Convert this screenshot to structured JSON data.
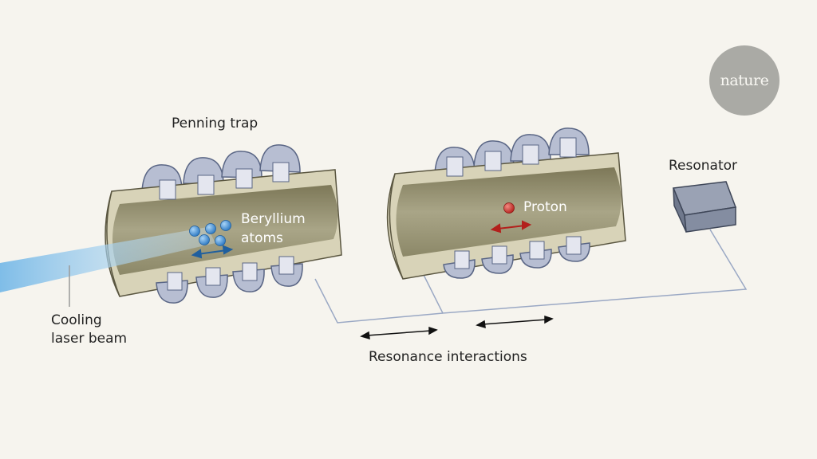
{
  "logo": {
    "text": "nature"
  },
  "labels": {
    "penning_trap": "Penning trap",
    "beryllium_line1": "Beryllium",
    "beryllium_line2": "atoms",
    "proton": "Proton",
    "resonator": "Resonator",
    "cooling_line1": "Cooling",
    "cooling_line2": "laser beam",
    "resonance": "Resonance interactions"
  },
  "colors": {
    "background": "#f6f4ee",
    "trap_body": "#d8d3b8",
    "trap_interior": "#8e8a6a",
    "electrode": "#b7bed2",
    "beryllium": "#3d8fd4",
    "proton": "#c9302c",
    "laser": "#7fbde8",
    "resonator": "#7f889c",
    "wire": "#9aa8c4"
  }
}
